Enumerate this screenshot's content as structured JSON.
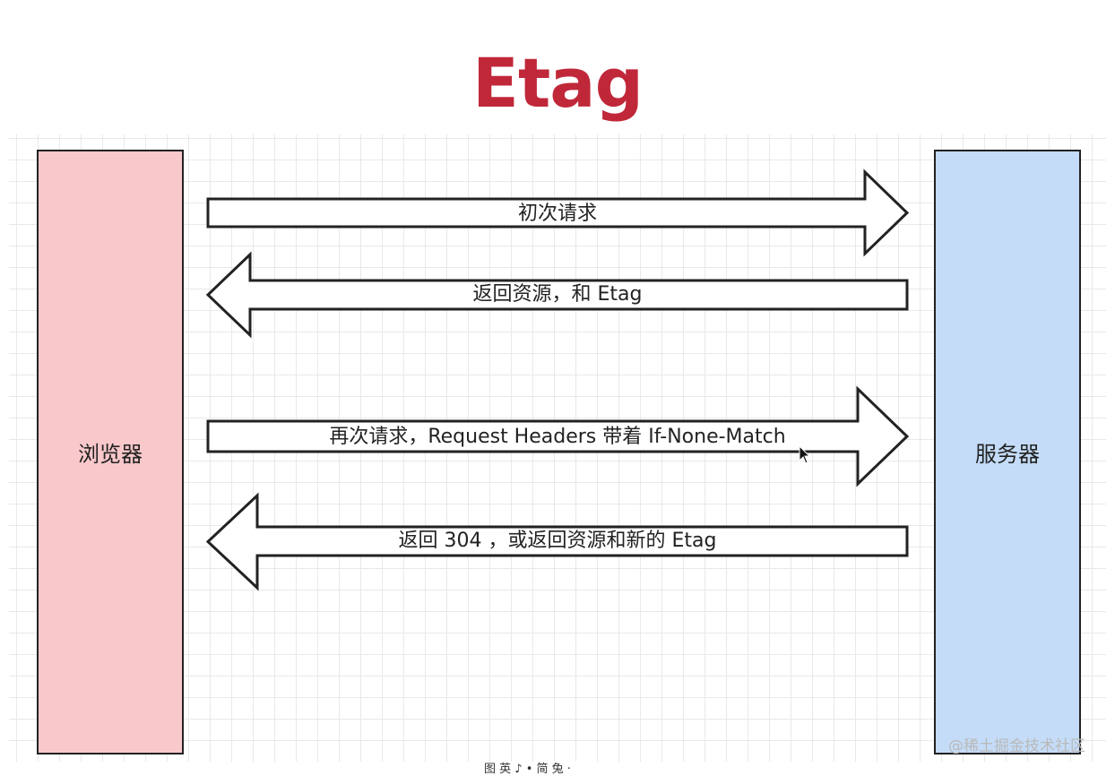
{
  "title": "Etag",
  "colors": {
    "title": "#c0283a",
    "browser_fill": "#f8c8cb",
    "server_fill": "#c4dcf8",
    "arrow_fill": "#ffffff",
    "stroke": "#222222"
  },
  "browser": {
    "label": "浏览器"
  },
  "server": {
    "label": "服务器"
  },
  "arrows": [
    {
      "direction": "right",
      "label": "初次请求"
    },
    {
      "direction": "left",
      "label": "返回资源，和 Etag"
    },
    {
      "direction": "right",
      "label": "再次请求，Request Headers 带着 If-None-Match"
    },
    {
      "direction": "left",
      "label": "返回 304 ，或返回资源和新的 Etag"
    }
  ],
  "watermark": "@稀土掘金技术社区",
  "caption": "图 英 ♪ • 简 兔 ·"
}
